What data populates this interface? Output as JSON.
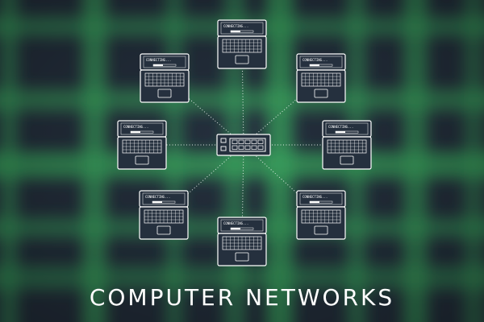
{
  "caption": "COMPUTER NETWORKS",
  "node_label": "CONNECTING...",
  "colors": {
    "background": "#25303e",
    "glow_green": "#3aa860",
    "line": "#ffffff"
  },
  "icons": {
    "node": "laptop-icon",
    "hub": "network-switch-icon"
  },
  "network": {
    "hub": "network-switch",
    "nodes": [
      "laptop-top",
      "laptop-top-right",
      "laptop-right",
      "laptop-bottom-right",
      "laptop-bottom",
      "laptop-bottom-left",
      "laptop-left",
      "laptop-top-left"
    ]
  }
}
